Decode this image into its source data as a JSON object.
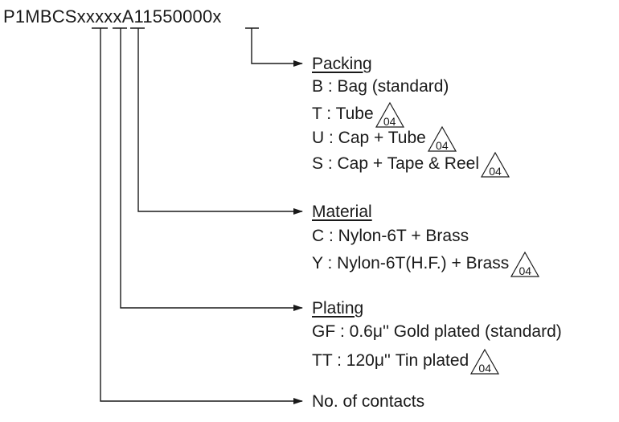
{
  "part_number": {
    "prefix": "P1MBCS",
    "var1": "x",
    "var2": "x",
    "var3": "x",
    "var4": "xx",
    "middle": "A11550000",
    "var5": "x"
  },
  "revision_mark": "04",
  "packing": {
    "title": "Packing",
    "items": [
      {
        "text": "B : Bag (standard)",
        "revised": false
      },
      {
        "text": "T : Tube",
        "revised": true
      },
      {
        "text": "U : Cap + Tube",
        "revised": true
      },
      {
        "text": "S : Cap + Tape & Reel",
        "revised": true
      }
    ]
  },
  "material": {
    "title": "Material",
    "items": [
      {
        "text": "C : Nylon-6T + Brass",
        "revised": false
      },
      {
        "text": "Y : Nylon-6T(H.F.) + Brass",
        "revised": true
      }
    ]
  },
  "plating": {
    "title": "Plating",
    "items": [
      {
        "text": "GF : 0.6μ'' Gold plated (standard)",
        "revised": false
      },
      {
        "text": "TT : 120μ'' Tin plated",
        "revised": true
      }
    ]
  },
  "contacts": {
    "title": "No. of contacts"
  }
}
